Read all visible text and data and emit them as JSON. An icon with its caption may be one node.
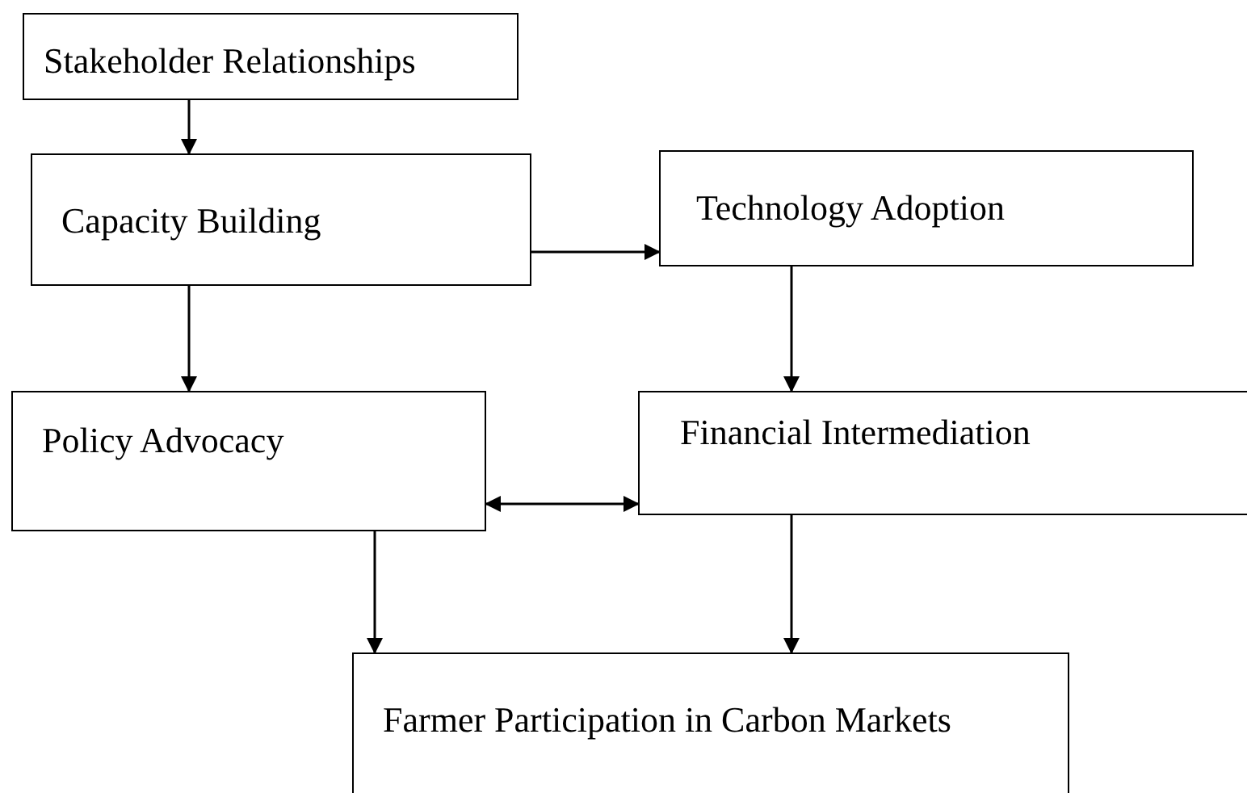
{
  "diagram": {
    "nodes": [
      {
        "text": [
          "Stakeholder Relationships"
        ]
      },
      {
        "text": [
          "Capacity Building"
        ]
      },
      {
        "text": [
          "Technology Adoption"
        ]
      },
      {
        "text": [
          "Policy Advocacy"
        ]
      },
      {
        "text": [
          "Financial Intermediation"
        ]
      },
      {
        "text": [
          "Farmer Participation in Carbon Markets"
        ]
      }
    ],
    "edges": [
      {
        "from": 0,
        "to": 1,
        "arrow": "to"
      },
      {
        "from": 1,
        "to": 2,
        "arrow": "to"
      },
      {
        "from": 1,
        "to": 3,
        "arrow": "to"
      },
      {
        "from": 2,
        "to": 4,
        "arrow": "to"
      },
      {
        "from": 3,
        "to": 4,
        "arrow": "both"
      },
      {
        "from": 3,
        "to": 5,
        "arrow": "to"
      },
      {
        "from": 4,
        "to": 5,
        "arrow": "to"
      }
    ]
  }
}
